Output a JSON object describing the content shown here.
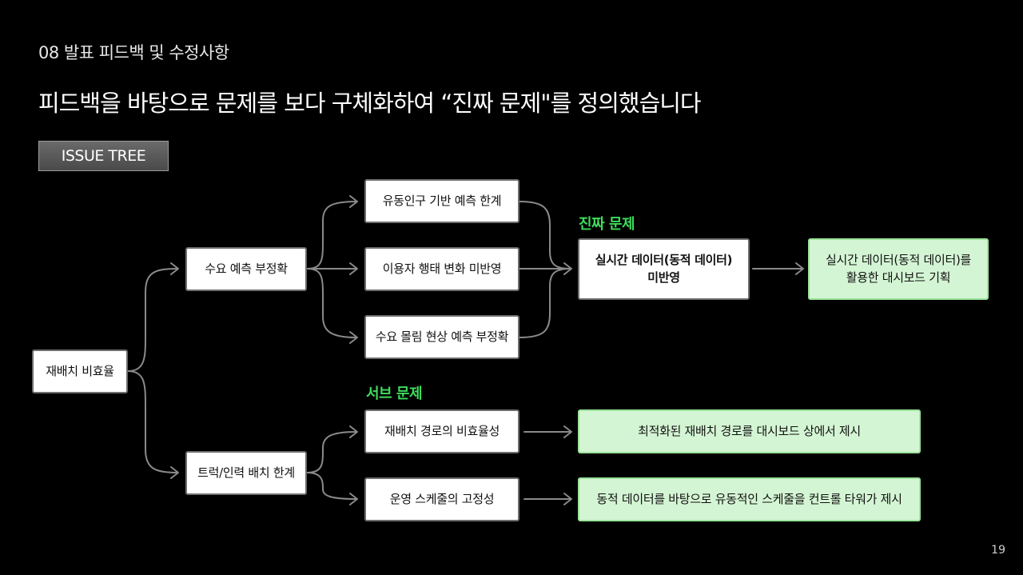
{
  "header": {
    "section_label": "08 발표 피드백 및 수정사항",
    "headline": "피드백을 바탕으로 문제를 보다 구체화하여 “진짜 문제\"를 정의했습니다",
    "tag": "ISSUE TREE"
  },
  "tree": {
    "root": "재배치 비효율",
    "branch_demand": "수요 예측 부정확",
    "branch_truck": "트럭/인력 배치 한계",
    "cause_floating": "유동인구 기반 예측 한계",
    "cause_behavior": "이용자 행태 변화 미반영",
    "cause_surge": "수요 몰림 현상 예측 부정확",
    "cause_route": "재배치 경로의 비효율성",
    "cause_schedule": "운영 스케줄의 고정성",
    "real_problem_label": "진짜 문제",
    "real_problem": "실시간 데이터(동적 데이터)\n미반영",
    "real_solution": "실시간 데이터(동적 데이터)를\n활용한 대시보드 기획",
    "sub_problem_label": "서브 문제",
    "sub_solution_route": "최적화된 재배치 경로를 대시보드 상에서 제시",
    "sub_solution_schedule": "동적 데이터를 바탕으로 유동적인 스케줄을 컨트롤 타워가 제시"
  },
  "colors": {
    "background": "#000000",
    "node": "#ffffff",
    "solution_node": "#d4f5d4",
    "accent_green": "#3ddc5c",
    "connector": "#8a8a8a"
  },
  "page_number": "19"
}
